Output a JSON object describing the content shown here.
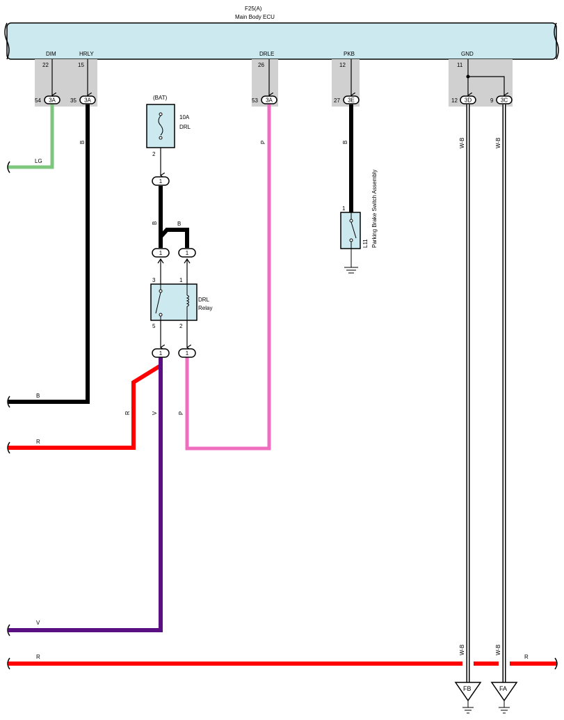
{
  "ecu": {
    "id": "F25(A)",
    "name": "Main Body ECU"
  },
  "ecu_pins": {
    "dim": {
      "name": "DIM",
      "pin": "22",
      "conn_pin": "54",
      "conn": "3A"
    },
    "hrly": {
      "name": "HRLY",
      "pin": "15",
      "conn_pin": "35",
      "conn": "3A"
    },
    "drle": {
      "name": "DRLE",
      "pin": "26",
      "conn_pin": "53",
      "conn": "3A"
    },
    "pkb": {
      "name": "PKB",
      "pin": "12",
      "conn_pin": "27",
      "conn": "3E"
    },
    "gnd": {
      "name": "GND",
      "pin": "11",
      "conn_a": {
        "pin": "12",
        "conn": "3D"
      },
      "conn_b": {
        "pin": "9",
        "conn": "3C"
      }
    }
  },
  "fuse": {
    "source": "(BAT)",
    "rating": "10A",
    "name": "DRL",
    "out_pin": "2"
  },
  "relay": {
    "name_line1": "DRL",
    "name_line2": "Relay",
    "pin_3": "3",
    "pin_1": "1",
    "pin_5": "5",
    "pin_2": "2"
  },
  "splice_pin": "1",
  "parking_switch": {
    "id": "L11",
    "name": "Parking Brake Switch Assembly",
    "pin": "1"
  },
  "wire_labels": {
    "lg": "LG",
    "b": "B",
    "p": "P",
    "r": "R",
    "v": "V",
    "wb": "W-B"
  },
  "grounds": {
    "fb": "FB",
    "fa": "FA"
  },
  "colors": {
    "ecu_fill": "#cce9f0",
    "connector_gray": "#d0d0d0",
    "wire_lg": "#7dc67d",
    "wire_b": "#000000",
    "wire_p": "#f06ec0",
    "wire_r": "#ff0000",
    "wire_v": "#5a0f82"
  }
}
